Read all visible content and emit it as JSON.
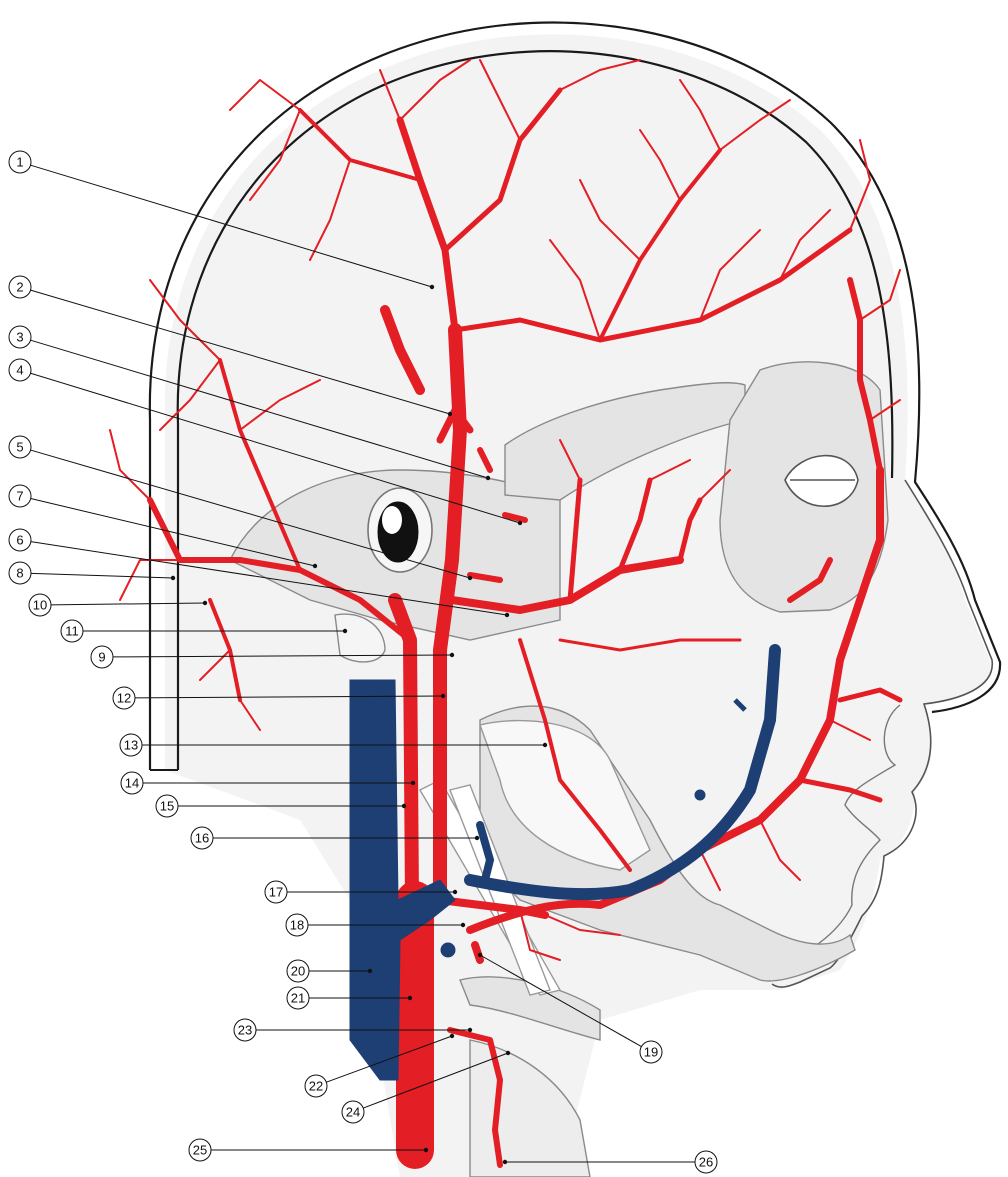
{
  "diagram": {
    "callouts": [
      {
        "id": "c1",
        "label": "1"
      },
      {
        "id": "c2",
        "label": "2"
      },
      {
        "id": "c3",
        "label": "3"
      },
      {
        "id": "c4",
        "label": "4"
      },
      {
        "id": "c5",
        "label": "5"
      },
      {
        "id": "c6",
        "label": "6"
      },
      {
        "id": "c7",
        "label": "7"
      },
      {
        "id": "c8",
        "label": "8"
      },
      {
        "id": "c9",
        "label": "9"
      },
      {
        "id": "c10",
        "label": "10"
      },
      {
        "id": "c11",
        "label": "11"
      },
      {
        "id": "c12",
        "label": "12"
      },
      {
        "id": "c13",
        "label": "13"
      },
      {
        "id": "c14",
        "label": "14"
      },
      {
        "id": "c15",
        "label": "15"
      },
      {
        "id": "c16",
        "label": "16"
      },
      {
        "id": "c17",
        "label": "17"
      },
      {
        "id": "c18",
        "label": "18"
      },
      {
        "id": "c19",
        "label": "19"
      },
      {
        "id": "c20",
        "label": "20"
      },
      {
        "id": "c21",
        "label": "21"
      },
      {
        "id": "c22",
        "label": "22"
      },
      {
        "id": "c23",
        "label": "23"
      },
      {
        "id": "c24",
        "label": "24"
      },
      {
        "id": "c25",
        "label": "25"
      },
      {
        "id": "c26",
        "label": "26"
      }
    ],
    "colors": {
      "artery": "#e31e24",
      "vein": "#1d3f74",
      "skull_fill": "#ededed",
      "tissue_fill": "#e2e2e2",
      "bone_outline": "#8a8a8a",
      "outline": "#1a1a1a",
      "callout_stroke": "#111111"
    }
  }
}
